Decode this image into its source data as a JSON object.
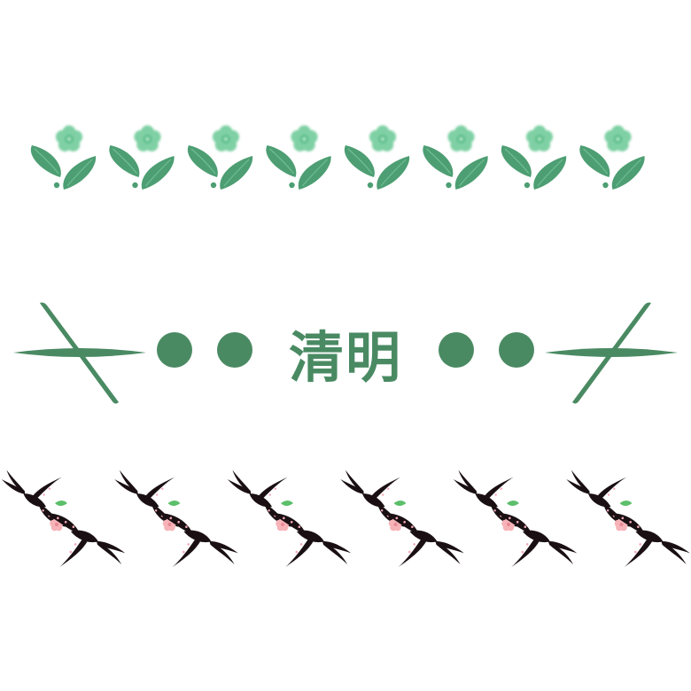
{
  "title": "清明",
  "colors": {
    "leaf": "#4d9e73",
    "leaf_dark": "#3c8660",
    "flower": "#7fd0a4",
    "flower_center": "#5bbd8a",
    "accent_green": "#4a8a63",
    "swallow": "#1a1013",
    "swallow_dots": "#f4a9b8",
    "blossom": "#f6b3b8",
    "sprig": "#5cbf6a"
  },
  "icons": {
    "flower": "flower-leaf-icon",
    "grass": "grass-blade-icon",
    "dot": "green-dot-icon",
    "swallow": "swallow-pair-icon"
  },
  "counts": {
    "flowers": 8,
    "dots_each_side": 2,
    "swallows": 6
  }
}
